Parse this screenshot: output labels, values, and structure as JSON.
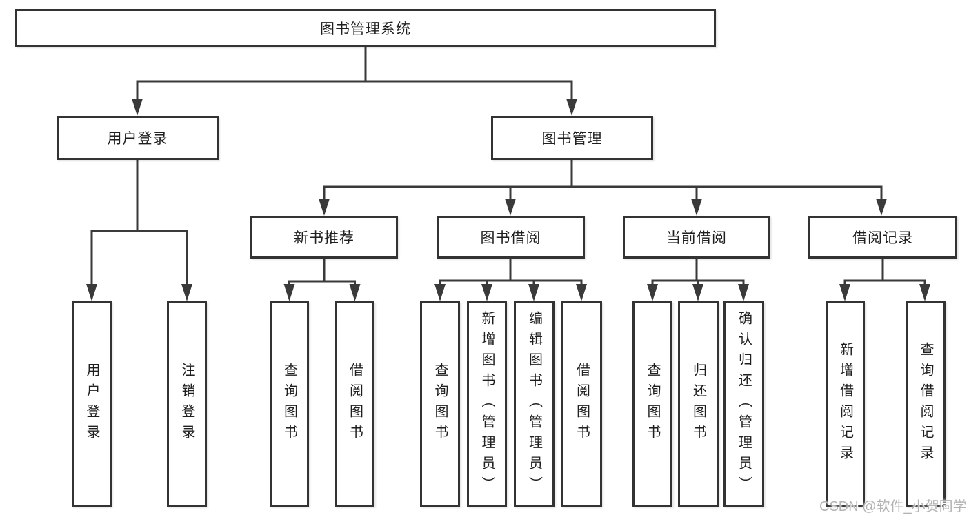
{
  "diagram": {
    "root": "图书管理系统",
    "level2": [
      "用户登录",
      "图书管理"
    ],
    "level3": [
      "新书推荐",
      "图书借阅",
      "当前借阅",
      "借阅记录"
    ],
    "leaves": {
      "login": [
        "用户登录",
        "注销登录"
      ],
      "recommend": [
        "查询图书",
        "借阅图书"
      ],
      "borrow": [
        "查询图书",
        "新增图书（管理员）",
        "编辑图书（管理员）",
        "借阅图书"
      ],
      "current": [
        "查询图书",
        "归还图书",
        "确认归还（管理员）"
      ],
      "records": [
        "新增借阅记录",
        "查询借阅记录"
      ]
    },
    "watermark": "CSDN @软件_小贺同学",
    "colors": {
      "line": "#3a3a3a",
      "box_border": "#333333",
      "text": "#1f1f1f",
      "watermark": "#b3b3b3",
      "background": "#ffffff"
    }
  }
}
